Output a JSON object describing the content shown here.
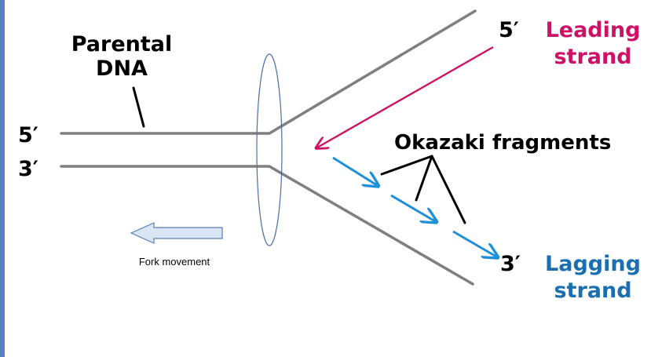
{
  "labels": {
    "parental_line1": "Parental",
    "parental_line2": "DNA",
    "left_5prime": "5′",
    "left_3prime": "3′",
    "leading_prime": "5′",
    "leading_line1": "Leading",
    "leading_line2": "strand",
    "okazaki": "Okazaki fragments",
    "lagging_prime": "3′",
    "lagging_line1": "Lagging",
    "lagging_line2": "strand",
    "fork_movement": "Fork movement"
  },
  "colors": {
    "strand_gray": "#7f7f7f",
    "leading_magenta": "#cc1167",
    "lagging_blue": "#1e90d8",
    "lagging_text_blue": "#1a6fae",
    "text_black": "#000000",
    "left_accent_bar": "#5b7fc4",
    "fork_arrow_fill": "#dbe6f5",
    "fork_arrow_stroke": "#5a7fb5"
  }
}
